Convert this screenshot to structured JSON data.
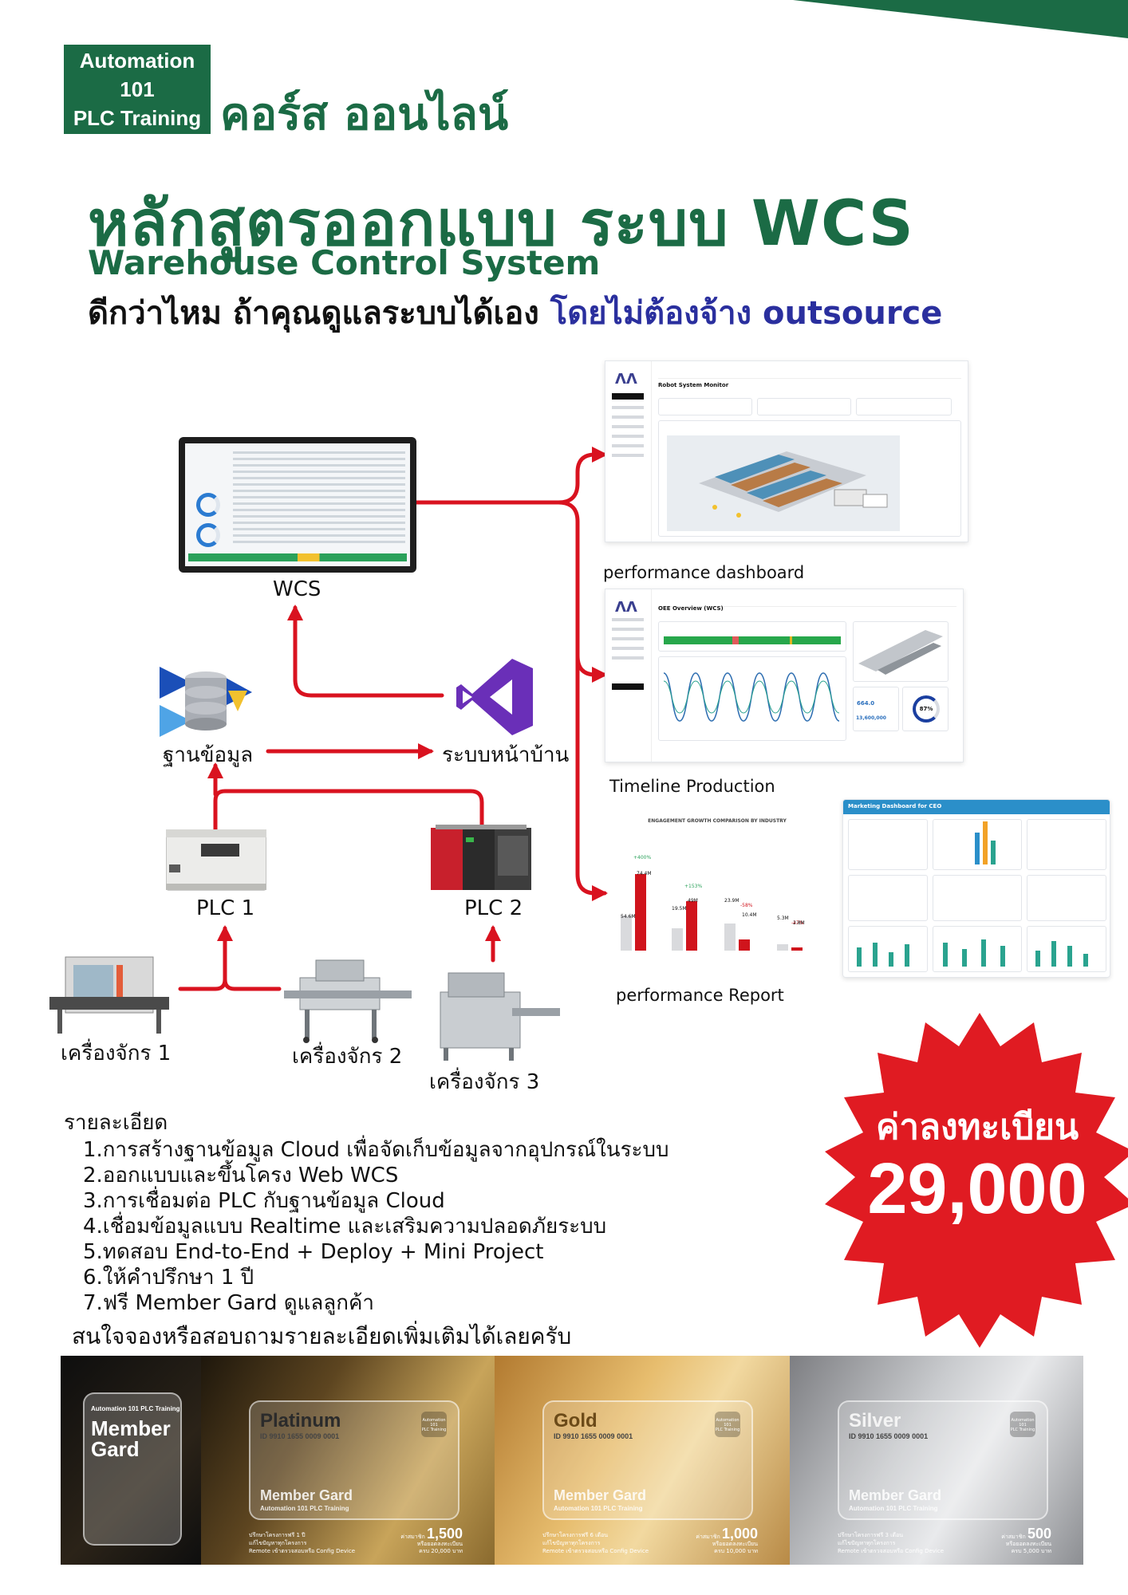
{
  "brand": {
    "logo_lines": [
      "Automation",
      "101",
      "PLC Training"
    ],
    "course_online": "คอร์ส ออนไลน์"
  },
  "headline": {
    "title_th": "หลักสูตรออกแบบ ระบบ WCS",
    "title_en": "Warehouse Control System",
    "tagline_part1": "ดีกว่าไหม ถ้าคุณดูแลระบบได้เอง ",
    "tagline_part2": "โดยไม่ต้องจ้าง outsource"
  },
  "diagram": {
    "wcs_label": "WCS",
    "database_label": "ฐานข้อมูล",
    "frontend_label": "ระบบหน้าบ้าน",
    "plc1_label": "PLC 1",
    "plc2_label": "PLC 2",
    "machine1_label": "เครื่องจักร 1",
    "machine2_label": "เครื่องจักร 2",
    "machine3_label": "เครื่องจักร 3",
    "dashboard1_caption": "performance dashboard",
    "dashboard2_caption": "Timeline Production",
    "dashboard3_caption": "performance Report",
    "dash1_title": "Robot System Monitor",
    "dash2_title": "OEE Overview (WCS)",
    "dash2_value1": "664.0",
    "dash2_value2": "13,600,000",
    "dash2_gauge": "87%",
    "report_title": "ENGAGEMENT GROWTH COMPARISON BY INDUSTRY",
    "ceo_title": "Marketing Dashboard for CEO",
    "report_values": [
      "+400%",
      "74.4M",
      "+153%",
      "49M",
      "-58%",
      "-47%",
      "54.6M",
      "19.5M",
      "23.9M",
      "10.4M",
      "5.3M",
      "2.8M"
    ]
  },
  "details": {
    "heading": "รายละเอียด",
    "items": [
      "1.การสร้างฐานข้อมูล Cloud เพื่อจัดเก็บข้อมูลจากอุปกรณ์ในระบบ",
      "2.ออกแบบและขึ้นโครง Web WCS",
      "3.การเชื่อมต่อ PLC กับฐานข้อมูล Cloud",
      "4.เชื่อมข้อมูลแบบ Realtime และเสริมความปลอดภัยระบบ",
      "5.ทดสอบ End-to-End + Deploy + Mini Project",
      "6.ให้คำปรึกษา 1 ปี",
      "7.ฟรี Member Gard ดูแลลูกค้า"
    ],
    "contact": "สนใจจองหรือสอบถามรายละเอียดเพิ่มเติมได้เลยครับ"
  },
  "price": {
    "label": "ค่าลงทะเบียน",
    "value": "29,000"
  },
  "membership": {
    "intro_brand": "Automation 101 PLC Training",
    "intro_title_1": "Member",
    "intro_title_2": "Gard",
    "cards": [
      {
        "tier": "Platinum",
        "id": "ID 9910 1655 0009 0001",
        "member": "Member Gard",
        "sub": "Automation 101 PLC Training",
        "terms_1": "ปรึกษาโครงการฟรี 1 ปี",
        "terms_2": "แก้ไขปัญหาทุกโครงการ",
        "terms_3": "Remote เข้าตรวจสอบหรือ Config Device",
        "fee_label": "ค่าสมาชิก",
        "fee": "1,500",
        "fee_note_1": "หรือยอดลงทะเบียน",
        "fee_note_2": "ครบ 20,000 บาท"
      },
      {
        "tier": "Gold",
        "id": "ID 9910 1655 0009 0001",
        "member": "Member Gard",
        "sub": "Automation 101 PLC Training",
        "terms_1": "ปรึกษาโครงการฟรี 6 เดือน",
        "terms_2": "แก้ไขปัญหาทุกโครงการ",
        "terms_3": "Remote เข้าตรวจสอบหรือ Config Device",
        "fee_label": "ค่าสมาชิก",
        "fee": "1,000",
        "fee_note_1": "หรือยอดลงทะเบียน",
        "fee_note_2": "ครบ 10,000 บาท"
      },
      {
        "tier": "Silver",
        "id": "ID 9910 1655 0009 0001",
        "member": "Member Gard",
        "sub": "Automation 101 PLC Training",
        "terms_1": "ปรึกษาโครงการฟรี 3 เดือน",
        "terms_2": "แก้ไขปัญหาทุกโครงการ",
        "terms_3": "Remote เข้าตรวจสอบหรือ Config Device",
        "fee_label": "ค่าสมาชิก",
        "fee": "500",
        "fee_note_1": "หรือยอดลงทะเบียน",
        "fee_note_2": "ครบ 5,000 บาท"
      }
    ]
  },
  "colors": {
    "brand_green": "#1b6b45",
    "accent_blue": "#2a2f9e",
    "arrow_red": "#d9121f",
    "badge_red": "#e01b22"
  }
}
